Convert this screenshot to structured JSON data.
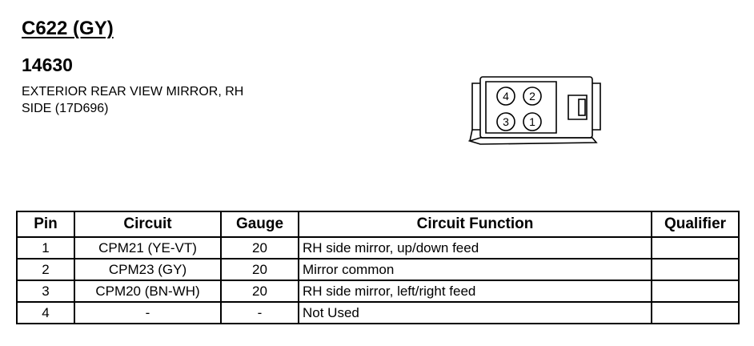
{
  "header": {
    "connector_id": "C622 (GY)",
    "part_number": "14630",
    "description_line1": "EXTERIOR REAR VIEW MIRROR, RH",
    "description_line2": "SIDE (17D696)"
  },
  "connector_pins": [
    "4",
    "2",
    "3",
    "1"
  ],
  "table": {
    "headers": [
      "Pin",
      "Circuit",
      "Gauge",
      "Circuit Function",
      "Qualifier"
    ],
    "rows": [
      {
        "pin": "1",
        "circuit": "CPM21 (YE-VT)",
        "gauge": "20",
        "function": "RH side mirror, up/down feed",
        "qualifier": ""
      },
      {
        "pin": "2",
        "circuit": "CPM23 (GY)",
        "gauge": "20",
        "function": "Mirror common",
        "qualifier": ""
      },
      {
        "pin": "3",
        "circuit": "CPM20 (BN-WH)",
        "gauge": "20",
        "function": "RH side mirror, left/right feed",
        "qualifier": ""
      },
      {
        "pin": "4",
        "circuit": "-",
        "gauge": "-",
        "function": "Not Used",
        "qualifier": ""
      }
    ]
  }
}
